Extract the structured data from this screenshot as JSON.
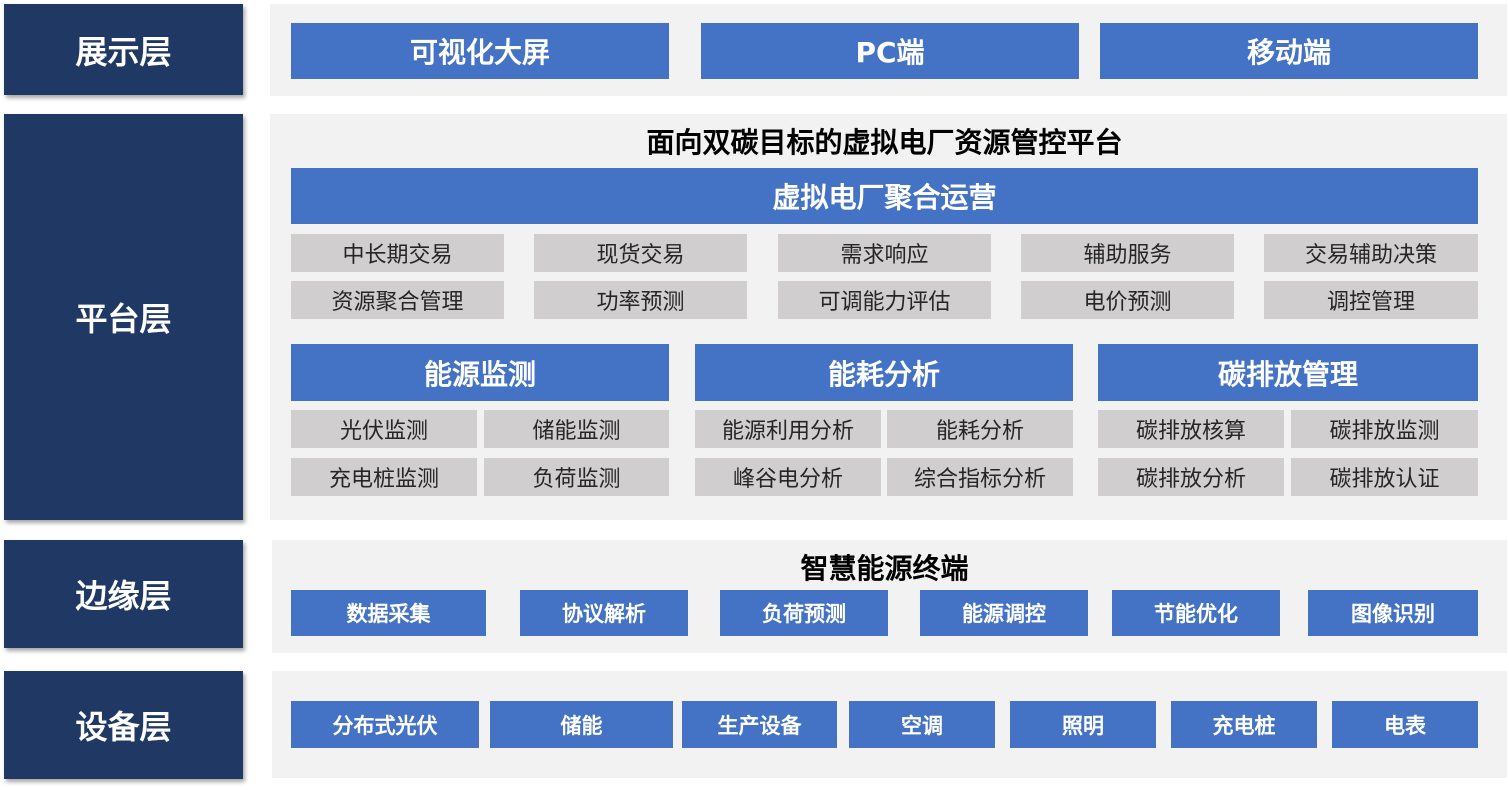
{
  "layers": {
    "display": "展示层",
    "platform": "平台层",
    "edge": "边缘层",
    "device": "设备层"
  },
  "display": {
    "items": [
      "可视化大屏",
      "PC端",
      "移动端"
    ]
  },
  "platform": {
    "title": "面向双碳目标的虚拟电厂资源管控平台",
    "vpp": {
      "title": "虚拟电厂聚合运营",
      "rows": [
        [
          "中长期交易",
          "现货交易",
          "需求响应",
          "辅助服务",
          "交易辅助决策"
        ],
        [
          "资源聚合管理",
          "功率预测",
          "可调能力评估",
          "电价预测",
          "调控管理"
        ]
      ]
    },
    "modules": [
      {
        "title": "能源监测",
        "items": [
          "光伏监测",
          "储能监测",
          "充电桩监测",
          "负荷监测"
        ]
      },
      {
        "title": "能耗分析",
        "items": [
          "能源利用分析",
          "能耗分析",
          "峰谷电分析",
          "综合指标分析"
        ]
      },
      {
        "title": "碳排放管理",
        "items": [
          "碳排放核算",
          "碳排放监测",
          "碳排放分析",
          "碳排放认证"
        ]
      }
    ]
  },
  "edge": {
    "title": "智慧能源终端",
    "items": [
      "数据采集",
      "协议解析",
      "负荷预测",
      "能源调控",
      "节能优化",
      "图像识别"
    ]
  },
  "device": {
    "items": [
      "分布式光伏",
      "储能",
      "生产设备",
      "空调",
      "照明",
      "充电桩",
      "电表"
    ]
  },
  "colors": {
    "layer_label_bg": "#1f3864",
    "box_blue": "#4472c4",
    "box_gray": "#d0cece",
    "panel_bg": "#f2f2f2"
  }
}
